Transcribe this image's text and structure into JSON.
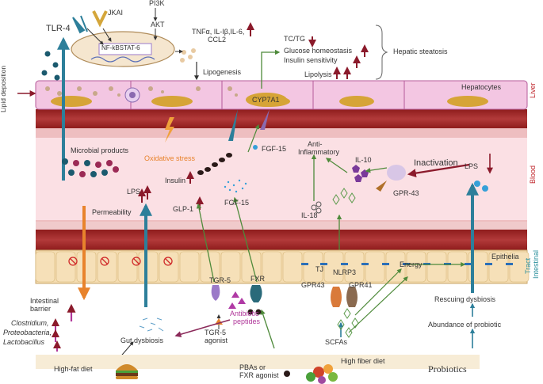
{
  "liver": {
    "side_label": "Liver",
    "lipid_deposition": "Lipid deposition",
    "hepatocytes": "Hepatocytes",
    "cyp7a1": "CYP7A1",
    "tlr4": "TLR-4",
    "jkai": "JKAI",
    "pi3k": "PI3K",
    "akt": "AKT",
    "nfkb": "NF-kBSTAT-6",
    "cytokines_1": "TNFα, IL-Iβ,IL-6,",
    "cytokines_2": "CCL2",
    "lipogenesis": "Lipogenesis",
    "tc_tg": "TC/TG",
    "glucose": "Glucose homeostasis",
    "insulin_sensitivity": "Insulin sensitivity",
    "lipolysis": "Lipolysis",
    "hepatic_steatosis": "Hepatic steatosis"
  },
  "blood": {
    "side_label": "Blood",
    "microbial_products": "Microbial products",
    "oxidative_stress": "Oxidative stress",
    "lps": "LPS",
    "insulin": "Insulin",
    "glp1": "GLP-1",
    "fgf15_top": "FGF-15",
    "fgf15_bottom": "FGF-15",
    "permeability": "Permeability",
    "anti_inflammatory_1": "Anti-",
    "anti_inflammatory_2": "Inflammatory",
    "il10": "IL-10",
    "il18": "IL-18",
    "inactivation": "Inactivation",
    "lps_right": "LPS",
    "gpr43": "GPR-43"
  },
  "intestine": {
    "side_label_1": "Intestinal",
    "side_label_2": "Tract",
    "epithelia": "Epithelia",
    "tj": "TJ",
    "nlrp3": "NLRP3",
    "energy": "Energy",
    "gpr43": "GPR43",
    "gpr41": "GPR41",
    "tgr5": "TGR-5",
    "fxr": "FXR",
    "antibiotic_1": "Antibiotic",
    "antibiotic_2": "peptides",
    "tgr5_agonist_1": "TGR-5",
    "tgr5_agonist_2": "agonist",
    "intestinal_barrier_1": "Intestinal",
    "intestinal_barrier_2": "barrier",
    "bacteria_1": "Clostridium,",
    "bacteria_2": "Proteobacteria,",
    "bacteria_3": "Lactobacillus",
    "gut_dysbiosis": "Gut dysbiosis",
    "high_fat_diet": "High-fat diet",
    "pbas_1": "PBAs or",
    "pbas_2": "FXR agonist",
    "scfas": "SCFAs",
    "high_fiber_diet": "High fiber diet",
    "rescuing_dysbiosis": "Rescuing dysbiosis",
    "abundance_probiotic": "Abundance of probiotic",
    "probiotics": "Probiotics"
  },
  "colors": {
    "liver_band": "#f3c6e2",
    "blood_band": "#fadde2",
    "vessel": "#8e1c1c",
    "epithelium": "#f4dcb0",
    "arrow_teal": "#2d7f9a",
    "arrow_green": "#4e8a3a",
    "arrow_maroon": "#8b1a2b",
    "arrow_orange": "#e8832c"
  }
}
